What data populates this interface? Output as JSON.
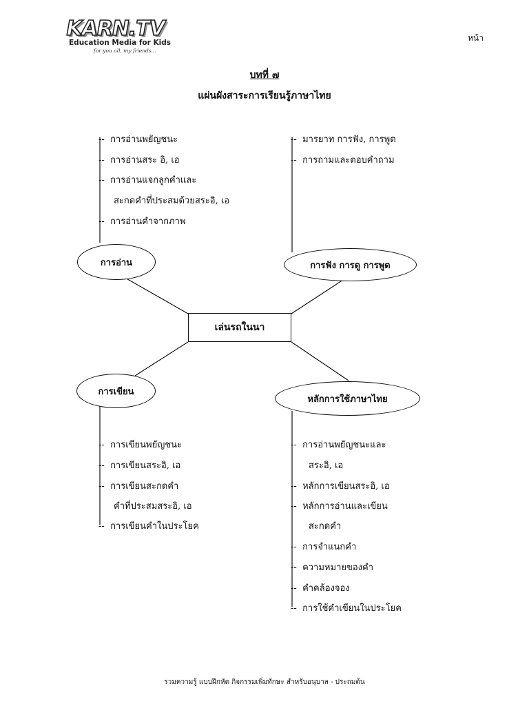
{
  "logo": {
    "brand": "KARN.TV",
    "subtitle": "Education Media for Kids",
    "tagline": "for you all, my friends..."
  },
  "page_label": "หน้า",
  "lesson_title": "บทที่ ๗",
  "main_title": "แผ่นผังสาระการเรียนรู้ภาษาไทย",
  "center": "เล่นรถในนา",
  "reading": {
    "label": "การอ่าน",
    "items": [
      "การอ่านพยัญชนะ",
      "การอ่านสระ อิ, เอ",
      "การอ่านแจกลูกคำและ",
      "สะกดคำที่ประสมด้วยสระอิ, เอ",
      "การอ่านคำจากภาพ"
    ]
  },
  "listening": {
    "label": "การฟัง  การดู  การพูด",
    "items": [
      "มารยาท การฟัง, การพูด",
      "การถามและตอบคำถาม"
    ]
  },
  "writing": {
    "label": "การเขียน",
    "items": [
      "การเขียนพยัญชนะ",
      "การเขียนสระอิ, เอ",
      "การเขียนสะกดคำ",
      "คำที่ประสมสระอิ, เอ",
      "การเขียนคำในประโยค"
    ]
  },
  "principles": {
    "label": "หลักการใช้ภาษาไทย",
    "items": [
      "การอ่านพยัญชนะและ",
      "สระอิ, เอ",
      "หลักการเขียนสระอิ, เอ",
      "หลักการอ่านและเขียน",
      "สะกดคำ",
      "การจำแนกคำ",
      "ความหมายของคำ",
      "คำคล้องจอง",
      "การใช้คำเขียนในประโยค"
    ]
  },
  "dash": "--",
  "footer": "รวมความรู้ แบบฝึกหัด กิจกรรมเพิ่มทักษะ สำหรับอนุบาล - ประถมต้น"
}
